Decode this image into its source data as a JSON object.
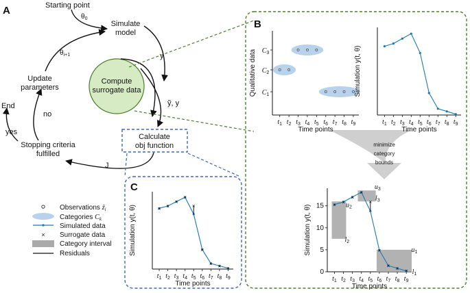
{
  "panels": {
    "a": "A",
    "b": "B",
    "c": "C"
  },
  "cycle": {
    "start": "Starting point",
    "theta0": "θ",
    "theta0_sub": "0",
    "simulate": [
      "Simulate",
      "model"
    ],
    "y_edge": "y",
    "compute": [
      "Compute",
      "surrogate data"
    ],
    "yy_edge": "ỹ, y",
    "calc": [
      "Calculate",
      "obj function"
    ],
    "j_edge": "J",
    "stop": [
      "Stopping criteria",
      "fulfilled"
    ],
    "no": "no",
    "yes": "yes",
    "end": "End",
    "update": [
      "Update",
      "parameters"
    ],
    "theta_next": "θ",
    "theta_next_sub": "i+1"
  },
  "legend": [
    {
      "label": "Observations",
      "sym": "ẑ",
      "sub": "i"
    },
    {
      "label": "Categories",
      "sym": "C",
      "sub": "k"
    },
    {
      "label": "Simulated data"
    },
    {
      "label": "Surrogate data"
    },
    {
      "label": "Category interval"
    },
    {
      "label": "Residuals"
    }
  ],
  "middle_arrow": [
    "minimize",
    "category",
    "bounds"
  ],
  "colors": {
    "blue": "#1f77b4",
    "ellipse": "#b9d2ec",
    "green": "#4a7d2b",
    "dashblue": "#3a66b5",
    "gray": "#aaaaaa"
  },
  "axes_text": {
    "time_points": "Time points",
    "qual_ylabel": "Qualitative data",
    "sim_ylabel": "Simulation y(t, θ)",
    "t_ticks": [
      "t1",
      "t2",
      "t3",
      "t4",
      "t5",
      "t6",
      "t7",
      "t8",
      "t9"
    ],
    "c_ticks": [
      "C1",
      "C2",
      "C3"
    ]
  },
  "chart_data": [
    {
      "type": "scatter",
      "title": "",
      "xlabel": "Time points",
      "ylabel": "Qualitative data",
      "x": [
        "t1",
        "t2",
        "t3",
        "t4",
        "t5",
        "t6",
        "t7",
        "t8",
        "t9"
      ],
      "categories": [
        "C1",
        "C2",
        "C3"
      ],
      "observations": [
        "C2",
        "C2",
        "C3",
        "C3",
        "C3",
        "C1",
        "C1",
        "C1",
        "C1"
      ]
    },
    {
      "type": "line",
      "title": "",
      "xlabel": "Time points",
      "ylabel": "Simulation y(t, θ)",
      "x": [
        "t1",
        "t2",
        "t3",
        "t4",
        "t5",
        "t6",
        "t7",
        "t8",
        "t9"
      ],
      "series": [
        {
          "values": [
            15.3,
            15.9,
            17.0,
            18.1,
            13.8,
            4.9,
            1.4,
            0.8,
            0.2
          ]
        }
      ]
    },
    {
      "type": "line",
      "title": "",
      "xlabel": "Time points",
      "ylabel": "Simulation y(t, θ)",
      "x": [
        "t1",
        "t2",
        "t3",
        "t4",
        "t5",
        "t6",
        "t7",
        "t8",
        "t9"
      ],
      "ylim": [
        0,
        19
      ],
      "yticks": [
        0,
        5,
        10,
        15
      ],
      "series": [
        {
          "values": [
            15.3,
            15.9,
            17.0,
            18.1,
            13.8,
            4.9,
            1.4,
            0.8,
            0.2
          ]
        },
        {
          "values": [
            15.3,
            15.9,
            17.0,
            18.1,
            16.0,
            4.9,
            1.4,
            0.8,
            0.2
          ]
        }
      ],
      "intervals": [
        {
          "x0": 0.7,
          "x1": 2.3,
          "low": 7.5,
          "high": 16.0,
          "low_label": "l2",
          "high_label": "u2"
        },
        {
          "x0": 3.6,
          "x1": 5.6,
          "low": 16.0,
          "high": 18.5,
          "low_label": "l3",
          "high_label": "u3"
        },
        {
          "x0": 5.7,
          "x1": 9.6,
          "low": 0.0,
          "high": 5.0,
          "low_label": "l1",
          "high_label": "u1"
        }
      ]
    }
  ]
}
